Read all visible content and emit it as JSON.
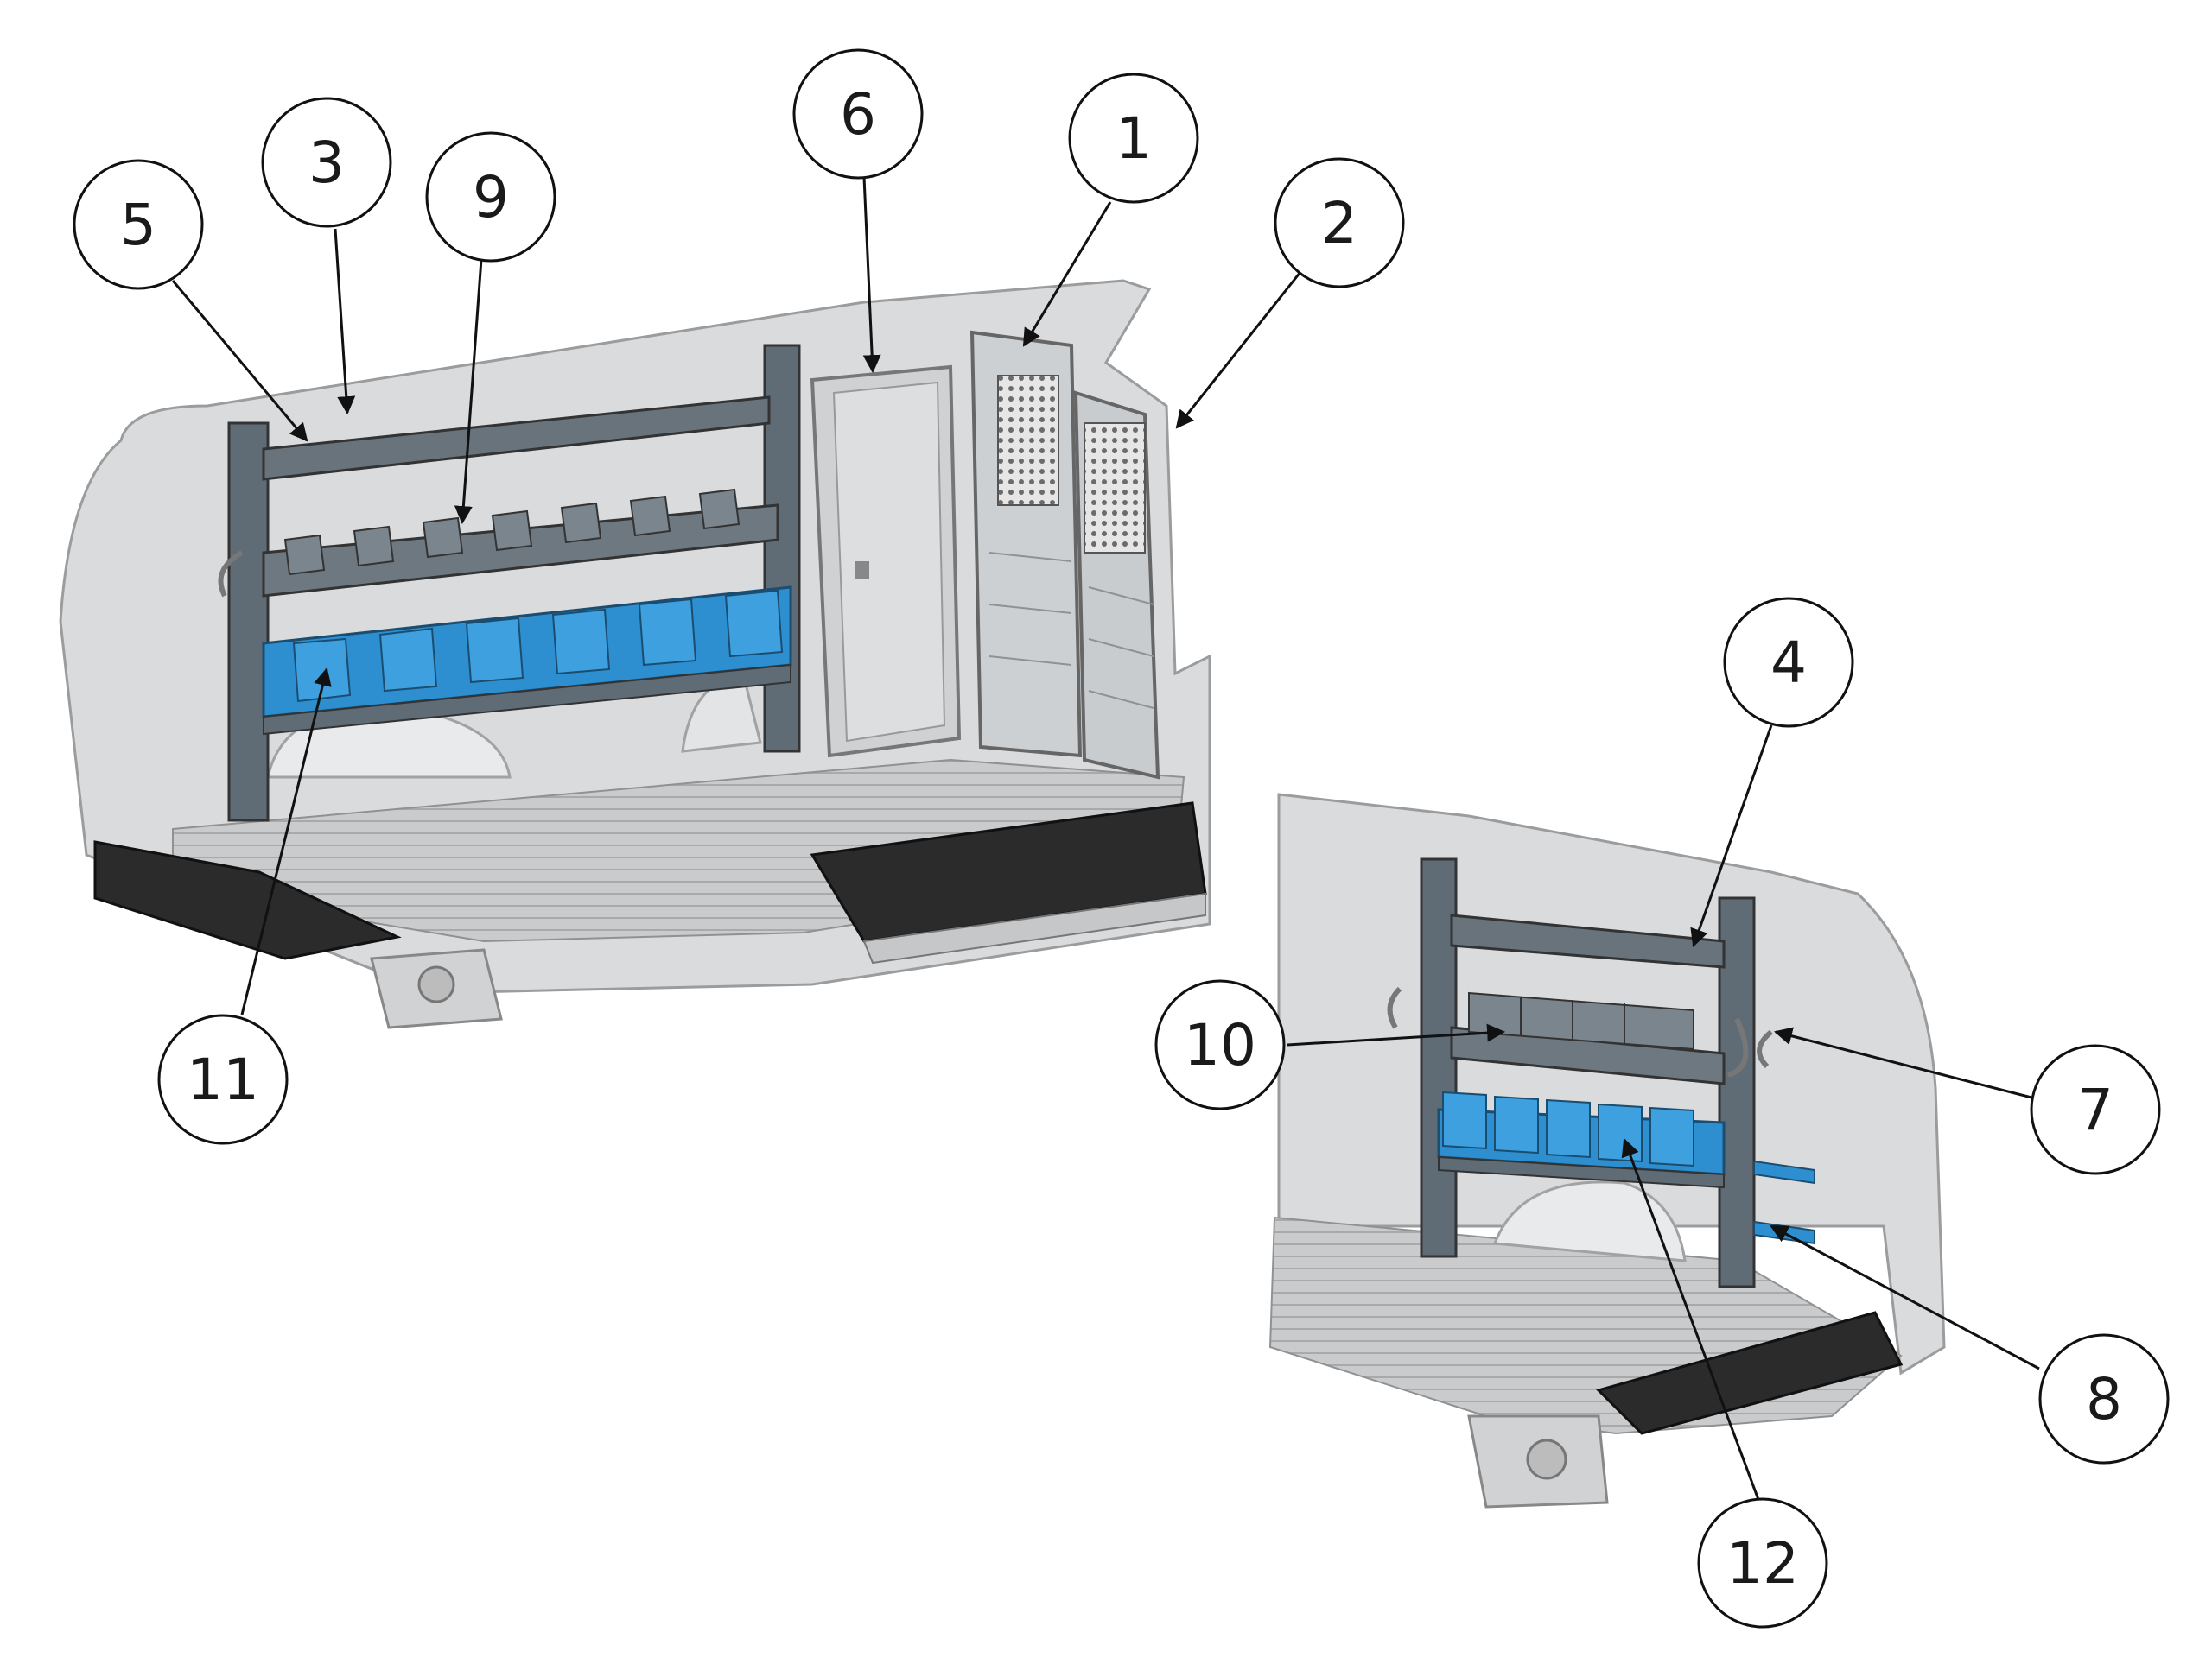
{
  "callouts": [
    {
      "id": "1",
      "label": "1"
    },
    {
      "id": "2",
      "label": "2"
    },
    {
      "id": "3",
      "label": "3"
    },
    {
      "id": "4",
      "label": "4"
    },
    {
      "id": "5",
      "label": "5"
    },
    {
      "id": "6",
      "label": "6"
    },
    {
      "id": "7",
      "label": "7"
    },
    {
      "id": "8",
      "label": "8"
    },
    {
      "id": "9",
      "label": "9"
    },
    {
      "id": "10",
      "label": "10"
    },
    {
      "id": "11",
      "label": "11"
    },
    {
      "id": "12",
      "label": "12"
    }
  ],
  "colors": {
    "bin_blue": "#2e8fd0",
    "rack_gray": "#5f6b75",
    "body_gray": "#d6d8da",
    "floor_gray": "#bfc2c5",
    "step_black": "#2b2b2b",
    "outline": "#111111"
  }
}
